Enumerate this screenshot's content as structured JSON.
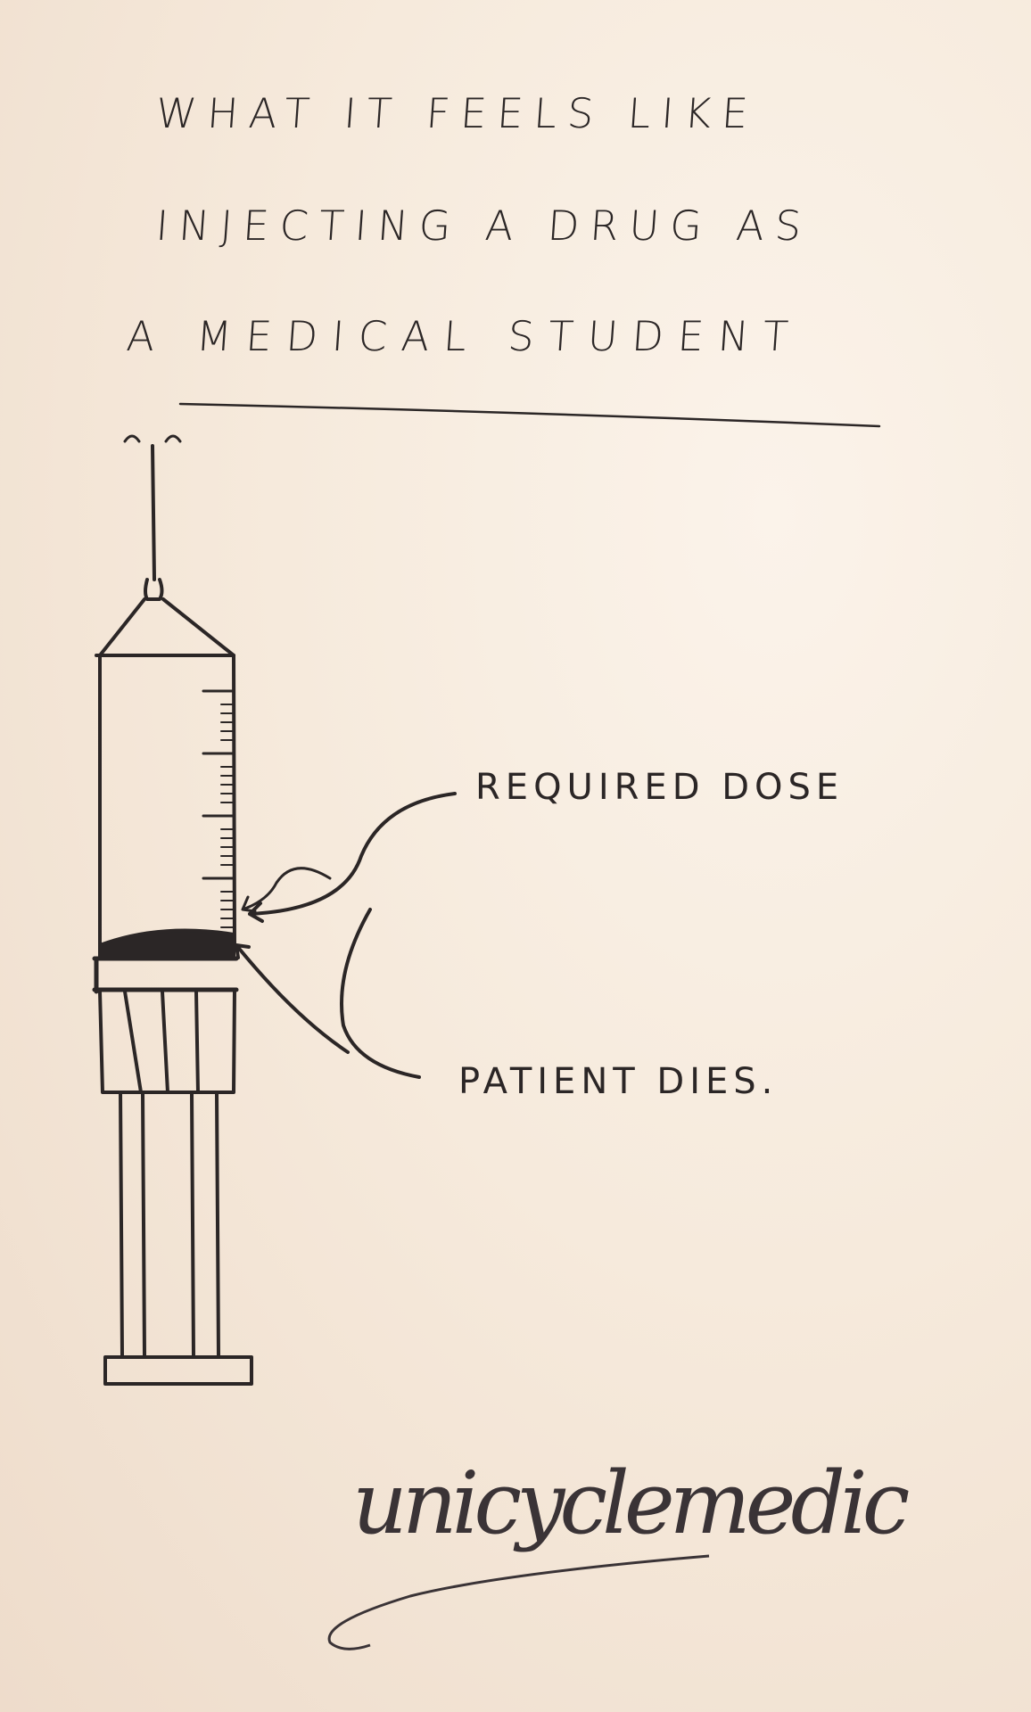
{
  "title": {
    "line1": "WHAT IT FEELS LIKE",
    "line2": "INJECTING A DRUG AS",
    "line3": "A MEDICAL STUDENT"
  },
  "labels": {
    "required_dose": "REQUIRED DOSE",
    "patient_dies": "PATIENT DIES."
  },
  "signature": "unicyclemedic",
  "colors": {
    "ink": "#2b2626",
    "paper": "#f7ecdf"
  }
}
